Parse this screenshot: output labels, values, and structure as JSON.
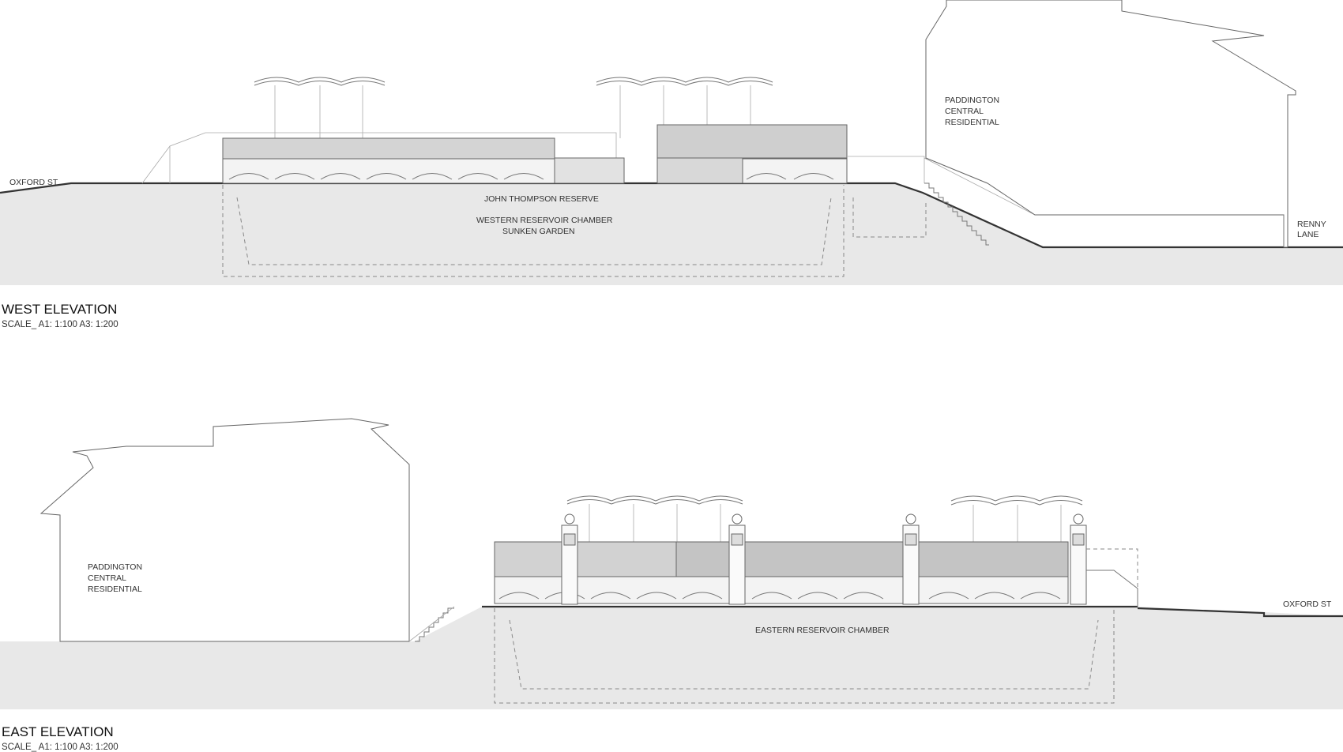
{
  "west": {
    "title": "WEST ELEVATION",
    "scale": "SCALE_ A1: 1:100  A3: 1:200",
    "labels": {
      "oxford_st": "OXFORD ST",
      "john_thompson": "JOHN THOMPSON RESERVE",
      "chamber_line1": "WESTERN RESERVOIR CHAMBER",
      "chamber_line2": "SUNKEN GARDEN",
      "paddington_line1": "PADDINGTON",
      "paddington_line2": "CENTRAL",
      "paddington_line3": "RESIDENTIAL",
      "renny_line1": "RENNY",
      "renny_line2": "LANE"
    }
  },
  "east": {
    "title": "EAST ELEVATION",
    "scale": "SCALE_ A1: 1:100  A3: 1:200",
    "labels": {
      "paddington_line1": "PADDINGTON",
      "paddington_line2": "CENTRAL",
      "paddington_line3": "RESIDENTIAL",
      "chamber": "EASTERN RESERVOIR CHAMBER",
      "oxford_st": "OXFORD ST"
    }
  },
  "colors": {
    "ground": "#e8e8e8",
    "line": "#777777",
    "ground_line": "#333333"
  }
}
